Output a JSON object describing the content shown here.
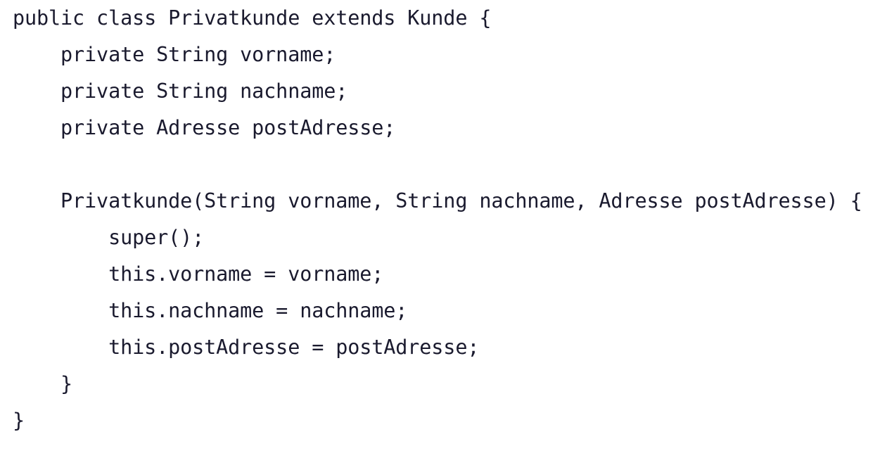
{
  "document": {
    "kind": "source-code-listing",
    "language": "Java",
    "background_color": "#ffffff",
    "text_color": "#1a1a2e",
    "indent_unit_spaces": 4,
    "code_lines": [
      "public class Privatkunde extends Kunde {",
      "    private String vorname;",
      "    private String nachname;",
      "    private Adresse postAdresse;",
      "",
      "    Privatkunde(String vorname, String nachname, Adresse postAdresse) {",
      "        super();",
      "        this.vorname = vorname;",
      "        this.nachname = nachname;",
      "        this.postAdresse = postAdresse;",
      "    }",
      "}"
    ]
  }
}
